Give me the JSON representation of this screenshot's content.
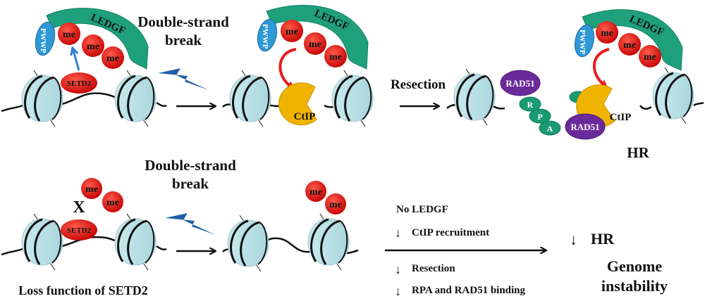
{
  "colors": {
    "nucleosome_fill": "#b9e0e4",
    "nucleosome_stroke": "#111111",
    "me_red": "#e01010",
    "setd2_red": "#dd1111",
    "ledgf_green": "#1fa07c",
    "pwwp_blue": "#2f98d6",
    "ctip_yellow": "#f0b400",
    "rad51_purple": "#6b2a9a",
    "rpa_green": "#1a9a72",
    "bolt_blue": "#1e5fa8",
    "red_arrow": "#e81c1c",
    "blue_arrow": "#2c7fd0"
  },
  "top_row": {
    "panel1": {
      "ledgf": "LEDGF",
      "pwwp": "PWWP",
      "me_marks": [
        "me",
        "me",
        "me"
      ],
      "setd2": "SETD2"
    },
    "dsb_label_line1": "Double-strand",
    "dsb_label_line2": "break",
    "panel2": {
      "ledgf": "LEDGF",
      "pwwp": "PWWP",
      "me_marks": [
        "me",
        "me",
        "me"
      ],
      "ctip": "CtIP"
    },
    "resection_label": "Resection",
    "panel3": {
      "rad51": "RAD51",
      "rpa_letters": [
        "R",
        "P",
        "A"
      ]
    },
    "panel4": {
      "ledgf": "LEDGF",
      "pwwp": "PWWP",
      "me_marks": [
        "me",
        "me",
        "me"
      ],
      "ctip": "CtIP",
      "rad51": "RAD51"
    },
    "outcome": "HR"
  },
  "bottom_row": {
    "panel1": {
      "me_marks": [
        "me",
        "me"
      ],
      "x_mark": "X",
      "setd2": "SETD2",
      "caption": "Loss function of SETD2"
    },
    "dsb_label_line1": "Double-strand",
    "dsb_label_line2": "break",
    "panel2": {
      "me_marks": [
        "me",
        "me"
      ]
    },
    "effects": [
      {
        "arrow": "",
        "text": "No LEDGF"
      },
      {
        "arrow": "↓",
        "text": "CtIP recruitment"
      },
      {
        "arrow": "↓",
        "text": "Resection"
      },
      {
        "arrow": "↓",
        "text": "RPA and RAD51 binding"
      }
    ],
    "outcome_arrow": "↓",
    "outcome_hr": "HR",
    "outcome_line1": "Genome",
    "outcome_line2": "instability"
  }
}
